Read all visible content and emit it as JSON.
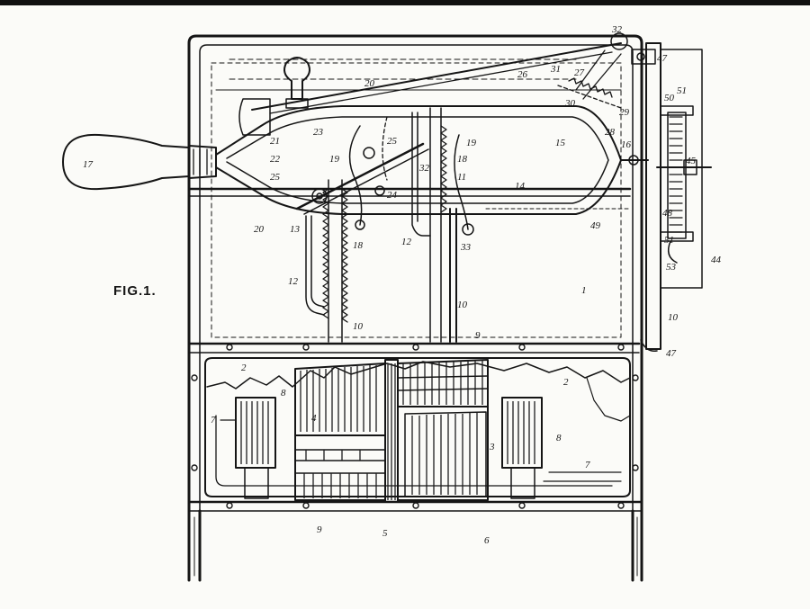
{
  "figure": {
    "title": "FIG.1."
  },
  "labels": [
    {
      "id": "l17",
      "text": "17"
    },
    {
      "id": "l32",
      "text": "32"
    },
    {
      "id": "l47a",
      "text": "47"
    },
    {
      "id": "l47b",
      "text": "47"
    },
    {
      "id": "l20a",
      "text": "20"
    },
    {
      "id": "l20b",
      "text": "20"
    },
    {
      "id": "l26",
      "text": "26"
    },
    {
      "id": "l31",
      "text": "31"
    },
    {
      "id": "l27",
      "text": "27"
    },
    {
      "id": "l30",
      "text": "30"
    },
    {
      "id": "l29",
      "text": "29"
    },
    {
      "id": "l28",
      "text": "28"
    },
    {
      "id": "l51a",
      "text": "51"
    },
    {
      "id": "l51b",
      "text": "51"
    },
    {
      "id": "l50",
      "text": "50"
    },
    {
      "id": "l21",
      "text": "21"
    },
    {
      "id": "l22",
      "text": "22"
    },
    {
      "id": "l23",
      "text": "23"
    },
    {
      "id": "l25a",
      "text": "25"
    },
    {
      "id": "l25b",
      "text": "25"
    },
    {
      "id": "l19a",
      "text": "19"
    },
    {
      "id": "l19b",
      "text": "19"
    },
    {
      "id": "l12a",
      "text": "12"
    },
    {
      "id": "l12b",
      "text": "12"
    },
    {
      "id": "l15",
      "text": "15"
    },
    {
      "id": "l16",
      "text": "16"
    },
    {
      "id": "l45",
      "text": "45"
    },
    {
      "id": "l14",
      "text": "14"
    },
    {
      "id": "l24",
      "text": "24"
    },
    {
      "id": "l13",
      "text": "13"
    },
    {
      "id": "l18a",
      "text": "18"
    },
    {
      "id": "l18b",
      "text": "18"
    },
    {
      "id": "l33",
      "text": "33"
    },
    {
      "id": "l32b",
      "text": "32"
    },
    {
      "id": "l49",
      "text": "49"
    },
    {
      "id": "l48",
      "text": "48"
    },
    {
      "id": "l53",
      "text": "53"
    },
    {
      "id": "l44",
      "text": "44"
    },
    {
      "id": "l11",
      "text": "11"
    },
    {
      "id": "l10a",
      "text": "10"
    },
    {
      "id": "l10b",
      "text": "10"
    },
    {
      "id": "l10c",
      "text": "10"
    },
    {
      "id": "l1",
      "text": "1"
    },
    {
      "id": "l9a",
      "text": "9"
    },
    {
      "id": "l9b",
      "text": "9"
    },
    {
      "id": "l2a",
      "text": "2"
    },
    {
      "id": "l2b",
      "text": "2"
    },
    {
      "id": "l8a",
      "text": "8"
    },
    {
      "id": "l8b",
      "text": "8"
    },
    {
      "id": "l7a",
      "text": "7"
    },
    {
      "id": "l7b",
      "text": "7"
    },
    {
      "id": "l4",
      "text": "4"
    },
    {
      "id": "l3",
      "text": "3"
    },
    {
      "id": "l5",
      "text": "5"
    },
    {
      "id": "l6",
      "text": "6"
    }
  ]
}
